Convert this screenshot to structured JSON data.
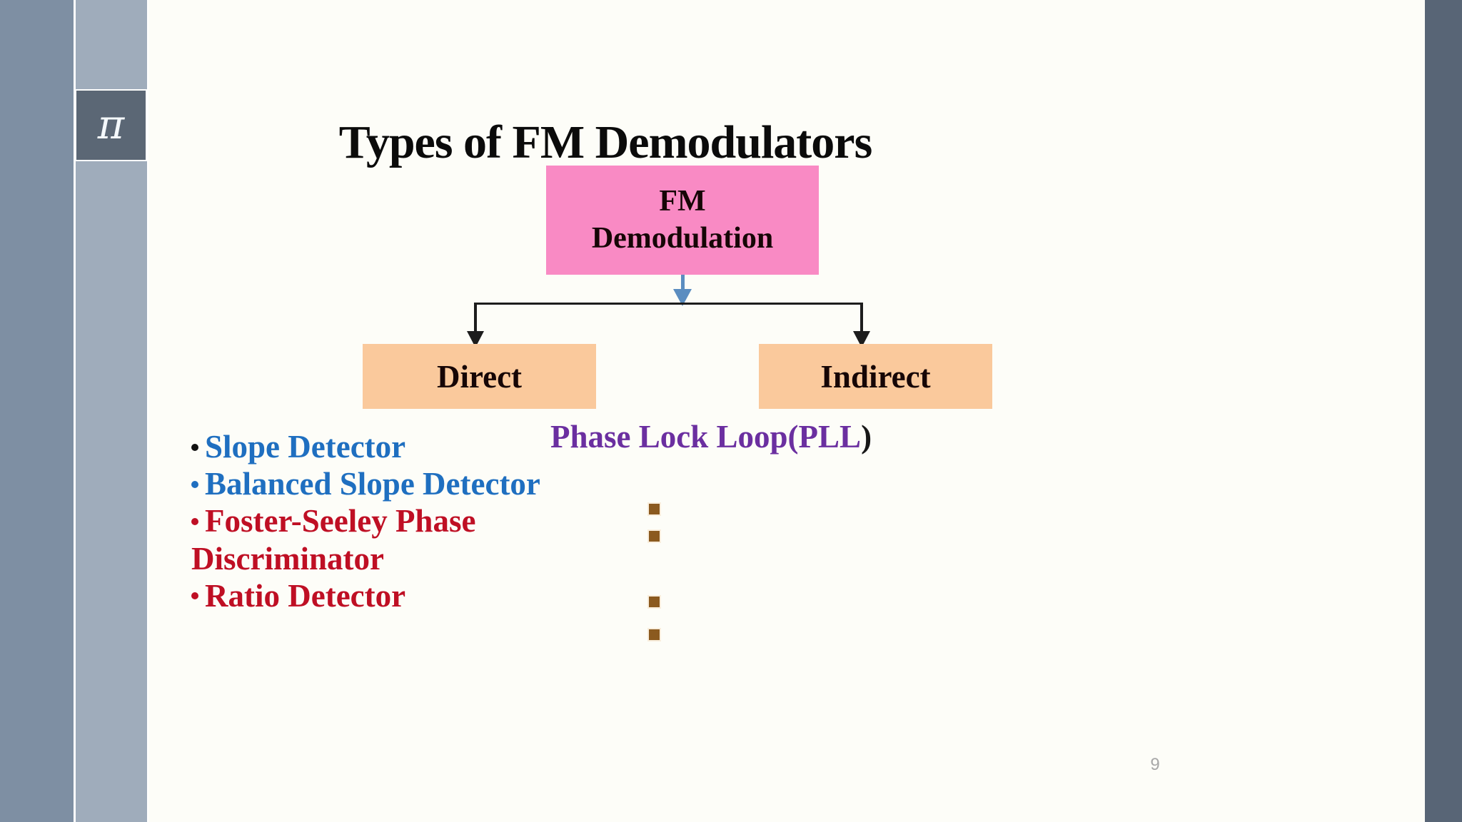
{
  "slide": {
    "title": "Types of FM Demodulators",
    "page_number": "9",
    "background_color": "#fdfdf8"
  },
  "sidebar": {
    "outer_rail_color": "#7e8fa3",
    "inner_rail_color": "#9facbb",
    "badge": {
      "glyph": "π",
      "background_color": "#5b6775",
      "text_color": "#f4f8fb"
    }
  },
  "right_rail": {
    "color": "#586576"
  },
  "diagram": {
    "root": {
      "lines": [
        "FM",
        "Demodulation"
      ],
      "fill": "#f98ac4",
      "text_color": "#160606"
    },
    "branches": [
      {
        "label": "Direct",
        "fill": "#fac99c",
        "text_color": "#160606"
      },
      {
        "label": "Indirect",
        "fill": "#fac99c",
        "text_color": "#160606"
      }
    ],
    "connectors": {
      "stem_color": "#5b8dc0",
      "bus_color": "#1d1d1d"
    }
  },
  "direct_list": {
    "items": [
      {
        "text": "Slope Detector",
        "text_color": "#1f6fc0",
        "bullet_color": "#111111"
      },
      {
        "text": "Balanced Slope Detector",
        "text_color": "#1f6fc0",
        "bullet_color": "#1f6fc0"
      },
      {
        "text": "Foster-Seeley  Phase Discriminator",
        "text_color": "#bf0f24",
        "bullet_color": "#bf0f24"
      },
      {
        "text": "Ratio Detector",
        "text_color": "#bf0f24",
        "bullet_color": "#bf0f24"
      }
    ]
  },
  "indirect_list": {
    "heading": "Phase Lock Loop(PLL",
    "heading_close_paren": ")",
    "heading_color": "#6b2fa0",
    "square_bullets": {
      "color": "#8b5a1f",
      "count": 4
    }
  }
}
